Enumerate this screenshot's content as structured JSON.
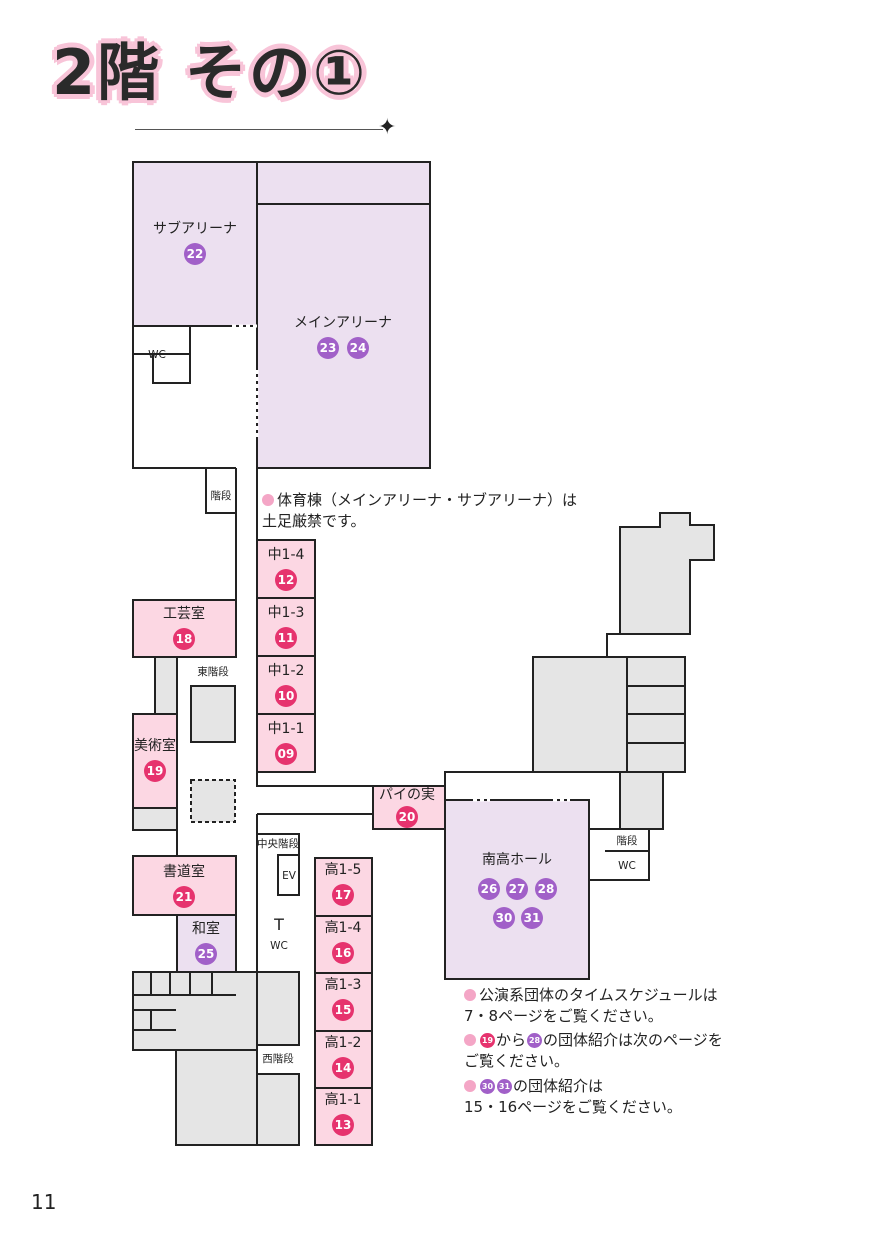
{
  "page": {
    "title": "2階 その①",
    "page_number": "11"
  },
  "colors": {
    "arena": "#ece0f0",
    "classroom": "#fcd7e3",
    "other": "#e5e5e5",
    "badge_pink": "#e6336e",
    "badge_purple": "#a160c8",
    "bullet": "#f4a6c6"
  },
  "rooms": {
    "sub_arena": {
      "name": "サブアリーナ",
      "numbers": [
        "22"
      ]
    },
    "main_arena": {
      "name": "メインアリーナ",
      "numbers": [
        "23",
        "24"
      ]
    },
    "naka14": {
      "name": "中1-4",
      "numbers": [
        "12"
      ]
    },
    "naka13": {
      "name": "中1-3",
      "numbers": [
        "11"
      ]
    },
    "naka12": {
      "name": "中1-2",
      "numbers": [
        "10"
      ]
    },
    "naka11": {
      "name": "中1-1",
      "numbers": [
        "09"
      ]
    },
    "kougei": {
      "name": "工芸室",
      "numbers": [
        "18"
      ]
    },
    "bijutsu": {
      "name": "美術室",
      "numbers": [
        "19"
      ]
    },
    "shodou": {
      "name": "書道室",
      "numbers": [
        "21"
      ]
    },
    "washitsu": {
      "name": "和室",
      "numbers": [
        "25"
      ]
    },
    "pai": {
      "name": "パイの実",
      "numbers": [
        "20"
      ]
    },
    "minami_hall": {
      "name": "南高ホール",
      "numbers": [
        "26",
        "27",
        "28",
        "30",
        "31"
      ]
    },
    "kou15": {
      "name": "高1-5",
      "numbers": [
        "17"
      ]
    },
    "kou14": {
      "name": "高1-4",
      "numbers": [
        "16"
      ]
    },
    "kou13": {
      "name": "高1-3",
      "numbers": [
        "15"
      ]
    },
    "kou12": {
      "name": "高1-2",
      "numbers": [
        "14"
      ]
    },
    "kou11": {
      "name": "高1-1",
      "numbers": [
        "13"
      ]
    }
  },
  "facilities": {
    "wc": "WC",
    "stairs": "階段",
    "east_stairs": "東階段",
    "central_stairs": "中央階段",
    "west_stairs": "西階段",
    "ev": "EV"
  },
  "notes": {
    "gym_line1": "体育棟（メインアリーナ・サブアリーナ）は",
    "gym_line2": "土足厳禁です。",
    "schedule_line1": "公演系団体のタイムスケジュールは",
    "schedule_line2": "7・8ページをご覧ください。",
    "intro_from": "19",
    "intro_to": "28",
    "intro_line1_a": "から",
    "intro_line1_b": "の団体紹介は次のページを",
    "intro_line2": "ご覧ください。",
    "intro2_a": "30",
    "intro2_b": "31",
    "intro2_line1": "の団体紹介は",
    "intro2_line2": "15・16ページをご覧ください。"
  }
}
